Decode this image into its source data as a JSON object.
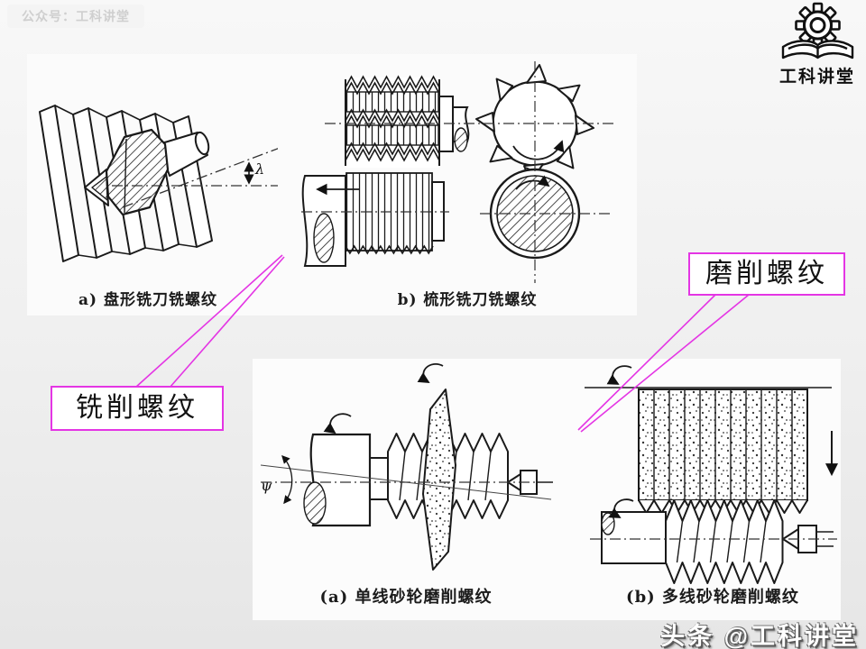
{
  "header": {
    "badge": "公众号：工科讲堂",
    "logo_text": "工科讲堂"
  },
  "callouts": {
    "milling_label": "铣削螺纹",
    "grinding_label": "磨削螺纹"
  },
  "figures": {
    "disc_mill_caption": "a) 盘形铣刀铣螺纹",
    "comb_mill_caption": "b) 梳形铣刀铣螺纹",
    "single_wheel_caption": "(a) 单线砂轮磨削螺纹",
    "multi_wheel_caption": "(b) 多线砂轮磨削螺纹",
    "lambda_symbol": "λ",
    "psi_symbol": "ψ"
  },
  "footer": {
    "watermark": "头条 @工科讲堂"
  },
  "colors": {
    "callout_magenta": "#e435e4",
    "ink": "#1a1a1a",
    "panel": "#fbfbfb",
    "background": "#efefef"
  }
}
